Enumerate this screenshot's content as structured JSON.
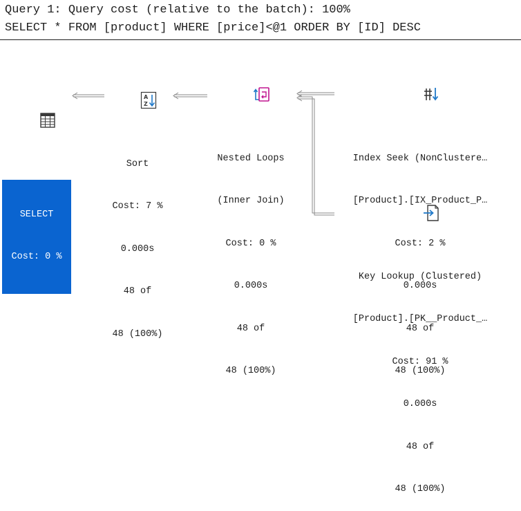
{
  "header": {
    "line1": "Query 1: Query cost (relative to the batch): 100%",
    "line2": "SELECT * FROM [product] WHERE [price]<@1 ORDER BY [ID] DESC"
  },
  "nodes": {
    "select": {
      "icon": "table-icon",
      "title": "SELECT",
      "cost": "Cost: 0 %"
    },
    "sort": {
      "icon": "sort-az-icon",
      "title": "Sort",
      "cost": "Cost: 7 %",
      "time": "0.000s",
      "rows": "48 of",
      "pct": "48 (100%)"
    },
    "nested_loops": {
      "icon": "nested-loops-icon",
      "title": "Nested Loops",
      "subtitle": "(Inner Join)",
      "cost": "Cost: 0 %",
      "time": "0.000s",
      "rows": "48 of",
      "pct": "48 (100%)"
    },
    "index_seek": {
      "icon": "index-seek-icon",
      "title": "Index Seek (NonClustere…",
      "subtitle": "[Product].[IX_Product_P…",
      "cost": "Cost: 2 %",
      "time": "0.000s",
      "rows": "48 of",
      "pct": "48 (100%)"
    },
    "key_lookup": {
      "icon": "key-lookup-icon",
      "title": "Key Lookup (Clustered)",
      "subtitle": "[Product].[PK__Product_…",
      "cost": "Cost: 91 %",
      "time": "0.000s",
      "rows": "48 of",
      "pct": "48 (100%)"
    }
  },
  "colors": {
    "selected_bg": "#0a64d0",
    "arrow": "#8a8a8a",
    "text": "#1e1e1e",
    "icon_blue": "#1f78c8",
    "icon_magenta": "#c0158f"
  }
}
